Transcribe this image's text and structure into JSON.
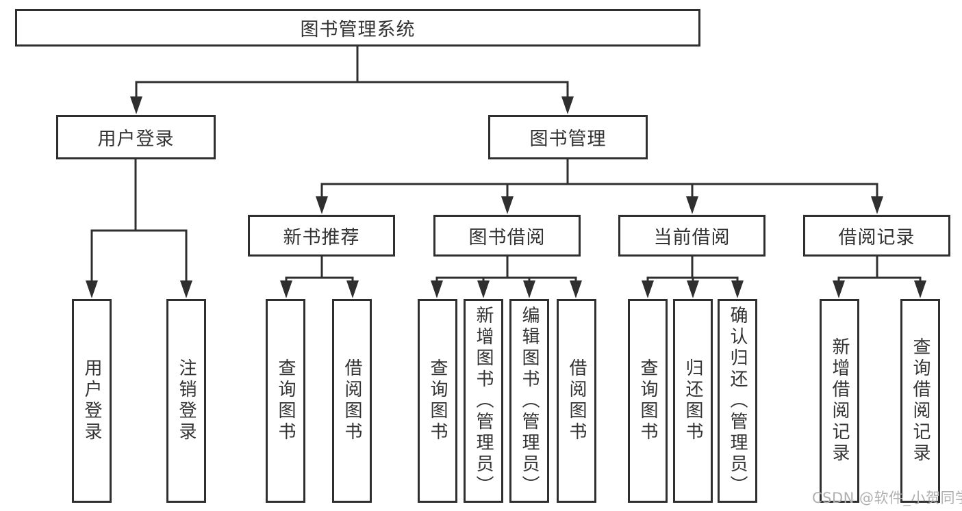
{
  "diagram": {
    "title": "图书管理系统",
    "level2": [
      {
        "label": "用户登录"
      },
      {
        "label": "图书管理"
      }
    ],
    "level3": [
      {
        "label": "新书推荐",
        "parent": "图书管理"
      },
      {
        "label": "图书借阅",
        "parent": "图书管理"
      },
      {
        "label": "当前借阅",
        "parent": "图书管理"
      },
      {
        "label": "借阅记录",
        "parent": "图书管理"
      }
    ],
    "leaves": [
      {
        "label": "用户登录",
        "parent": "用户登录"
      },
      {
        "label": "注销登录",
        "parent": "用户登录"
      },
      {
        "label": "查询图书",
        "parent": "新书推荐"
      },
      {
        "label": "借阅图书",
        "parent": "新书推荐"
      },
      {
        "label": "查询图书",
        "parent": "图书借阅"
      },
      {
        "label": "新增图书（管理员）",
        "parent": "图书借阅"
      },
      {
        "label": "编辑图书（管理员）",
        "parent": "图书借阅"
      },
      {
        "label": "借阅图书",
        "parent": "图书借阅"
      },
      {
        "label": "查询图书",
        "parent": "当前借阅"
      },
      {
        "label": "归还图书",
        "parent": "当前借阅"
      },
      {
        "label": "确认归还（管理员）",
        "parent": "当前借阅"
      },
      {
        "label": "新增借阅记录",
        "parent": "借阅记录"
      },
      {
        "label": "查询借阅记录",
        "parent": "借阅记录"
      }
    ]
  },
  "watermark": "CSDN @软件_小贺同学",
  "colors": {
    "line": "#2f2f2f",
    "border": "#2f2f2f",
    "text": "#333333",
    "background": "#ffffff",
    "watermark": "#b0b0b0"
  }
}
